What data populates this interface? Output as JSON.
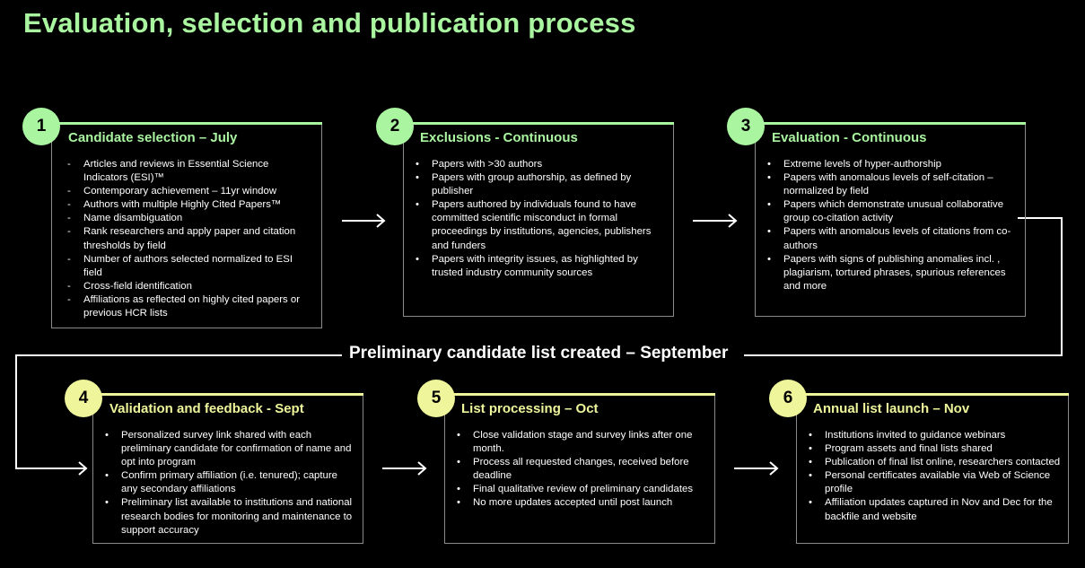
{
  "title": "Evaluation, selection and publication process",
  "colors": {
    "green": "#a9f5a0",
    "yellow": "#eef59a",
    "background": "#000000"
  },
  "midlabel": "Preliminary candidate list created – September",
  "steps": [
    {
      "number": "1",
      "heading": "Candidate selection – July",
      "items": [
        "Articles and reviews in Essential Science Indicators (ESI)™",
        "Contemporary achievement – 11yr window",
        "Authors with multiple Highly Cited Papers™",
        "Name disambiguation",
        "Rank researchers and apply paper and citation thresholds by field",
        "Number of authors selected normalized to ESI field",
        "Cross-field identification",
        "Affiliations as reflected on highly cited papers or previous HCR lists"
      ]
    },
    {
      "number": "2",
      "heading": "Exclusions - Continuous",
      "items": [
        "Papers with >30 authors",
        "Papers with group authorship, as defined by publisher",
        "Papers authored by individuals found to have committed scientific misconduct in formal proceedings by institutions, agencies, publishers and funders",
        "Papers with integrity issues, as highlighted by trusted industry community sources"
      ]
    },
    {
      "number": "3",
      "heading": "Evaluation - Continuous",
      "items": [
        "Extreme levels of hyper-authorship",
        "Papers with anomalous levels of self-citation – normalized by field",
        "Papers which demonstrate unusual collaborative group co-citation activity",
        "Papers with anomalous levels of citations from co-authors",
        "Papers with signs of publishing anomalies incl. , plagiarism, tortured phrases, spurious references and more"
      ]
    },
    {
      "number": "4",
      "heading": "Validation and feedback - Sept",
      "items": [
        "Personalized survey link shared with each preliminary candidate for confirmation of name and opt into program",
        "Confirm primary affiliation (i.e. tenured); capture any secondary affiliations",
        "Preliminary list available to institutions and national research bodies for monitoring and maintenance to support accuracy"
      ]
    },
    {
      "number": "5",
      "heading": "List processing – Oct",
      "items": [
        "Close validation stage and survey links after one month.",
        "Process all requested changes, received before deadline",
        "Final qualitative review of preliminary candidates",
        "No more updates accepted until post launch"
      ]
    },
    {
      "number": "6",
      "heading": "Annual list launch – Nov",
      "items": [
        "Institutions invited to guidance webinars",
        "Program assets and final lists shared",
        "Publication of final list online, researchers contacted",
        "Personal certificates available via Web of Science profile",
        "Affiliation updates captured in Nov and Dec for the backfile and website"
      ]
    }
  ]
}
